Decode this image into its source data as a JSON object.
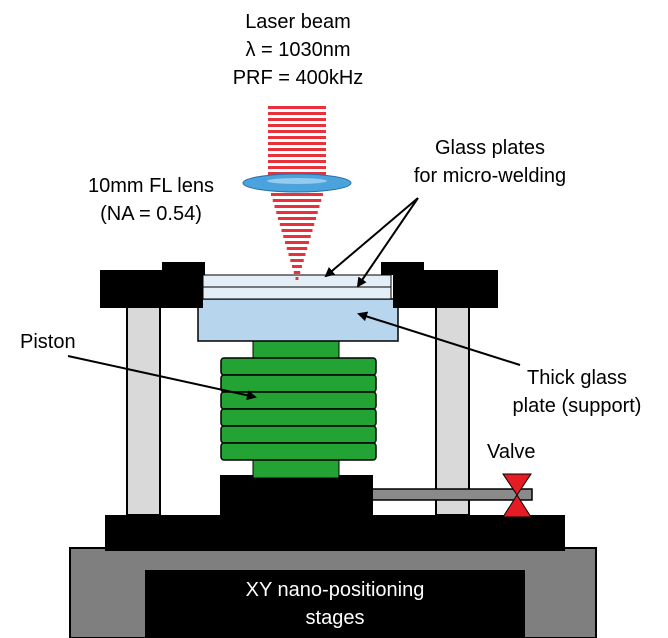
{
  "labels": {
    "laser": [
      "Laser beam",
      "λ = 1030nm",
      "PRF = 400kHz"
    ],
    "lens": [
      "10mm FL lens",
      "(NA = 0.54)"
    ],
    "glass_plates": [
      "Glass plates",
      "for micro-welding"
    ],
    "piston": "Piston",
    "thick_plate": [
      "Thick glass",
      "plate (support)"
    ],
    "valve": "Valve",
    "stages": [
      "XY nano-positioning",
      "stages"
    ]
  },
  "colors": {
    "laser": "#e8313a",
    "lens": "#4aa3dc",
    "piston": "#22a333",
    "glass_plate": "#e3eef7",
    "thick_plate": "#b7d5ec",
    "frame": "#000000",
    "column": "#d9d9d9",
    "base": "#7f7f7f",
    "valve": "#e51c23"
  }
}
